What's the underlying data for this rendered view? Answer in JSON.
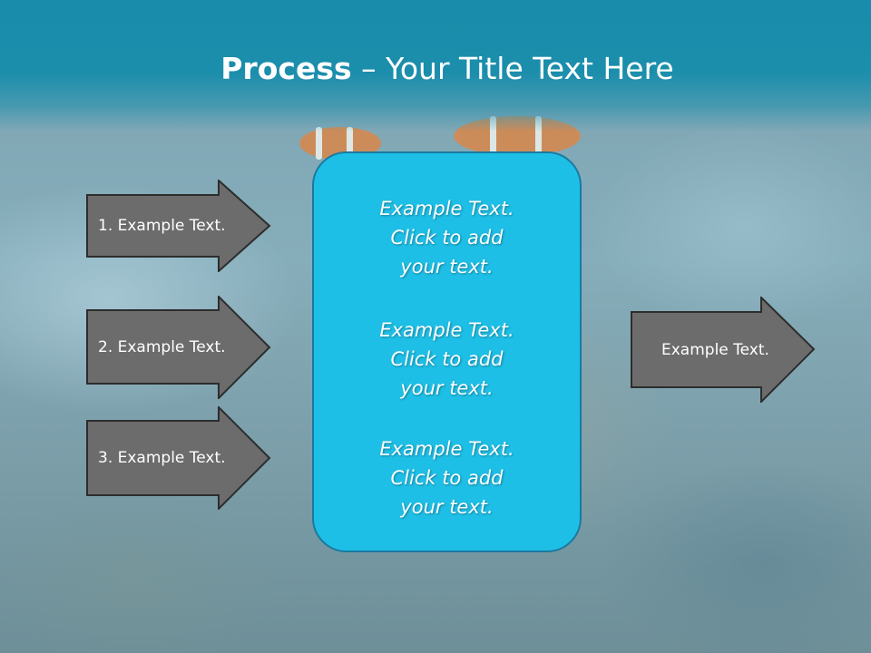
{
  "slide": {
    "title_bold": "Process",
    "title_dash": " – ",
    "title_rest": "Your Title Text Here"
  },
  "left_arrows": [
    {
      "label": "1. Example Text."
    },
    {
      "label": "2. Example Text."
    },
    {
      "label": "3. Example Text."
    }
  ],
  "right_arrow": {
    "label": "Example Text."
  },
  "center_box": {
    "paragraphs": [
      "Example Text.\nClick  to add\nyour text.",
      "Example Text.\nClick  to add\nyour text.",
      "Example Text.\nClick  to add\nyour text."
    ]
  },
  "colors": {
    "header": "#1a8cab",
    "arrow_fill": "#6c6c6c",
    "arrow_stroke": "#2d2d2d",
    "box_fill": "#1ebfe6",
    "box_stroke": "#1a7aa0"
  }
}
